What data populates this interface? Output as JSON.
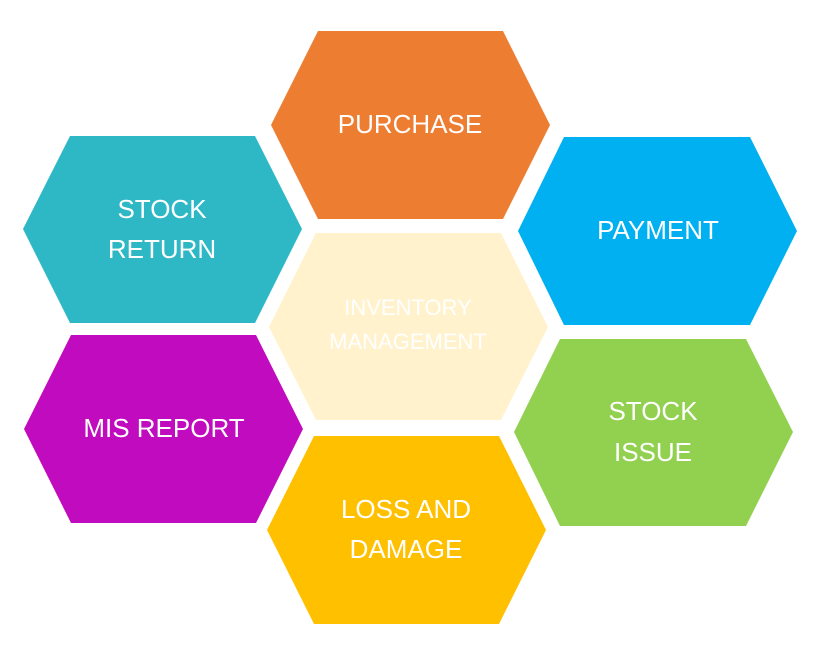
{
  "diagram": {
    "center": {
      "lines": [
        "INVENTORY",
        "MANAGEMENT"
      ],
      "fill": "#FFF2CC",
      "text_color": "#E00000"
    },
    "modules": [
      {
        "id": "purchase",
        "lines": [
          "PURCHASE"
        ],
        "fill": "#ED7D31"
      },
      {
        "id": "payment",
        "lines": [
          "PAYMENT"
        ],
        "fill": "#00B0F0"
      },
      {
        "id": "stock-issue",
        "lines": [
          "STOCK",
          "ISSUE"
        ],
        "fill": "#92D050"
      },
      {
        "id": "loss-and-damage",
        "lines": [
          "LOSS AND",
          "DAMAGE"
        ],
        "fill": "#FFC000"
      },
      {
        "id": "mis-report",
        "lines": [
          "MIS REPORT"
        ],
        "fill": "#C00CBE"
      },
      {
        "id": "stock-return",
        "lines": [
          "STOCK",
          "RETURN"
        ],
        "fill": "#2EB8C6"
      }
    ],
    "text_color": "#FFFFFF"
  }
}
